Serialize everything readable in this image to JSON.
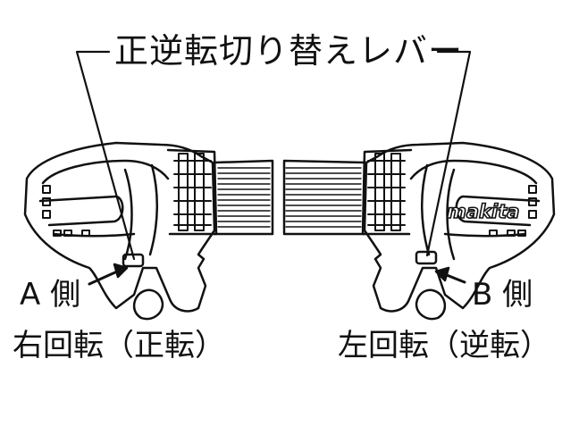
{
  "title": "正逆転切り替えレバー",
  "left": {
    "side": "A 側",
    "caption": "右回転（正転）"
  },
  "right": {
    "side": "B 側",
    "caption": "左回転（逆転）"
  },
  "brand": "makita",
  "colors": {
    "ink": "#111111",
    "paper": "#ffffff"
  }
}
